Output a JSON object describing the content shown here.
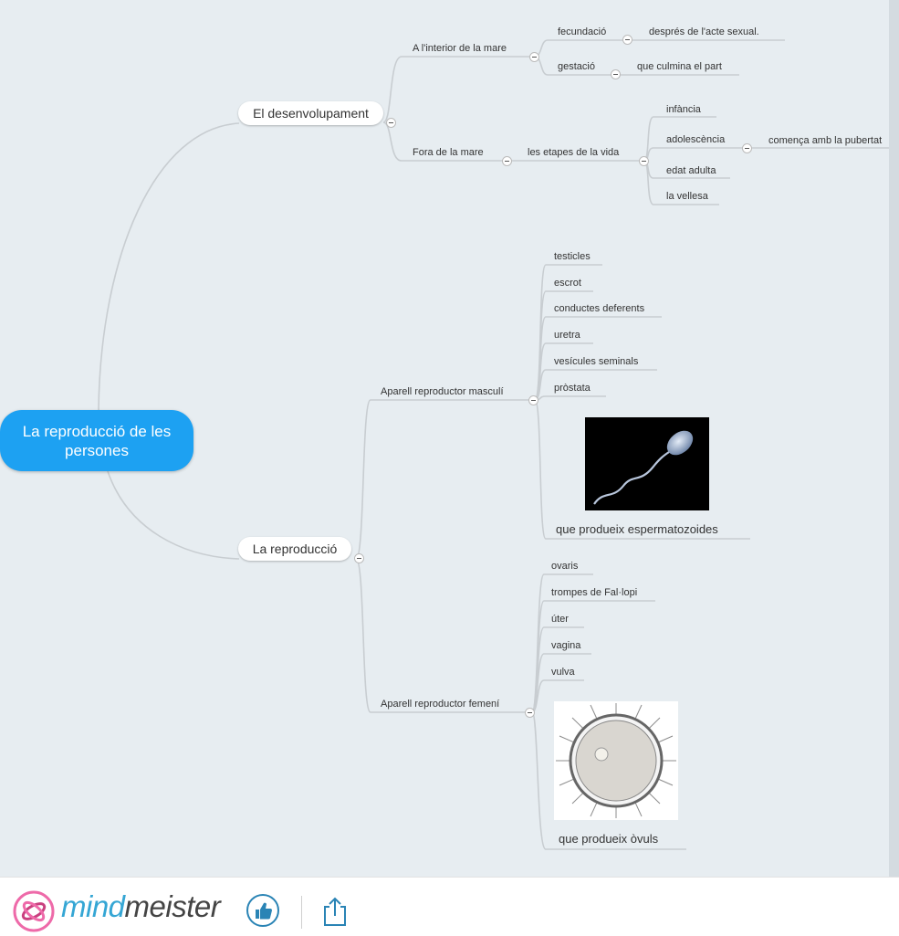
{
  "mindmap": {
    "root": "La reproducció de les persones",
    "branch1": {
      "label": "El desenvolupament",
      "sub1": {
        "label": "A l'interior de la mare",
        "items": [
          {
            "label": "fecundació",
            "detail": "després de l'acte sexual."
          },
          {
            "label": "gestació",
            "detail": "que culmina el part"
          }
        ]
      },
      "sub2": {
        "label": "Fora de la mare",
        "stages": "les etapes de la vida",
        "items": [
          "infància",
          "adolescència",
          "edat adulta",
          "la vellesa"
        ],
        "adolescence_detail": "comença amb la pubertat"
      }
    },
    "branch2": {
      "label": "La reproducció",
      "male": {
        "label": "Aparell reproductor masculí",
        "items": [
          "testicles",
          "escrot",
          "conductes deferents",
          "uretra",
          "vesícules seminals",
          "pròstata"
        ],
        "image_caption": "que produeix espermatozoides"
      },
      "female": {
        "label": "Aparell reproductor femení",
        "items": [
          "ovaris",
          "trompes de Fal·lopi",
          "úter",
          "vagina",
          "vulva"
        ],
        "image_caption": "que produeix òvuls"
      }
    }
  },
  "footer": {
    "brand_a": "mind",
    "brand_b": "meister"
  },
  "colors": {
    "root": "#1da1f2",
    "line": "#c9ced2",
    "brand": "#35a6d4"
  }
}
